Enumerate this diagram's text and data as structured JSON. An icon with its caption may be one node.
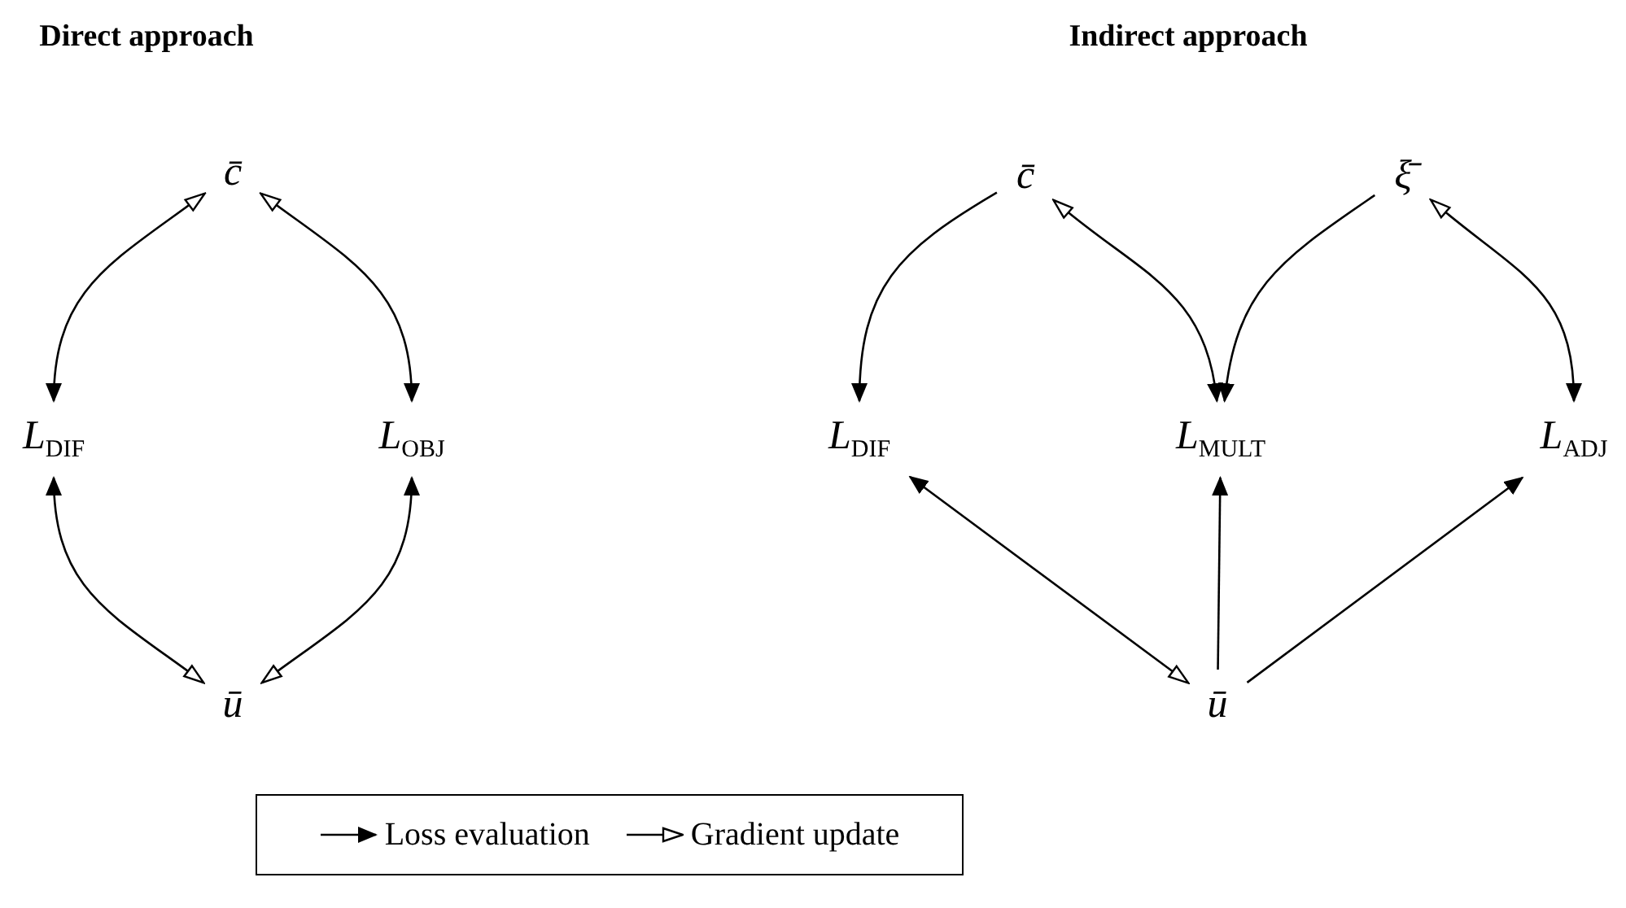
{
  "diagram": {
    "nodes": [
      {
        "text": [
          "c̄"
        ]
      },
      {
        "text": [
          "*L*$_{DIF}$"
        ]
      },
      {
        "text": [
          "*L*$_{OBJ}$"
        ]
      },
      {
        "text": [
          "ū"
        ]
      },
      {
        "text": [
          "c̄"
        ]
      },
      {
        "text": [
          "ξ̄"
        ]
      },
      {
        "text": [
          "*L*$_{DIF}$"
        ]
      },
      {
        "text": [
          "*L*$_{MULT}$"
        ]
      },
      {
        "text": [
          "*L*$_{ADJ}$"
        ]
      },
      {
        "text": [
          "ū"
        ]
      }
    ],
    "edges": [
      {
        "from": 0,
        "to": 1,
        "arrow": "both"
      },
      {
        "from": 0,
        "to": 2,
        "arrow": "both"
      },
      {
        "from": 3,
        "to": 1,
        "arrow": "both"
      },
      {
        "from": 3,
        "to": 2,
        "arrow": "both"
      },
      {
        "from": 4,
        "to": 6,
        "arrow": "to"
      },
      {
        "from": 4,
        "to": 7,
        "arrow": "both"
      },
      {
        "from": 5,
        "to": 7,
        "arrow": "to"
      },
      {
        "from": 5,
        "to": 8,
        "arrow": "both"
      },
      {
        "from": 9,
        "to": 6,
        "arrow": "both"
      },
      {
        "from": 9,
        "to": 7,
        "arrow": "to"
      },
      {
        "from": 9,
        "to": 8,
        "arrow": "to"
      }
    ],
    "labels": [
      "Direct approach",
      "Indirect approach"
    ],
    "legend": [
      {
        "text": "Loss evaluation"
      },
      {
        "text": "Gradient update"
      }
    ]
  }
}
